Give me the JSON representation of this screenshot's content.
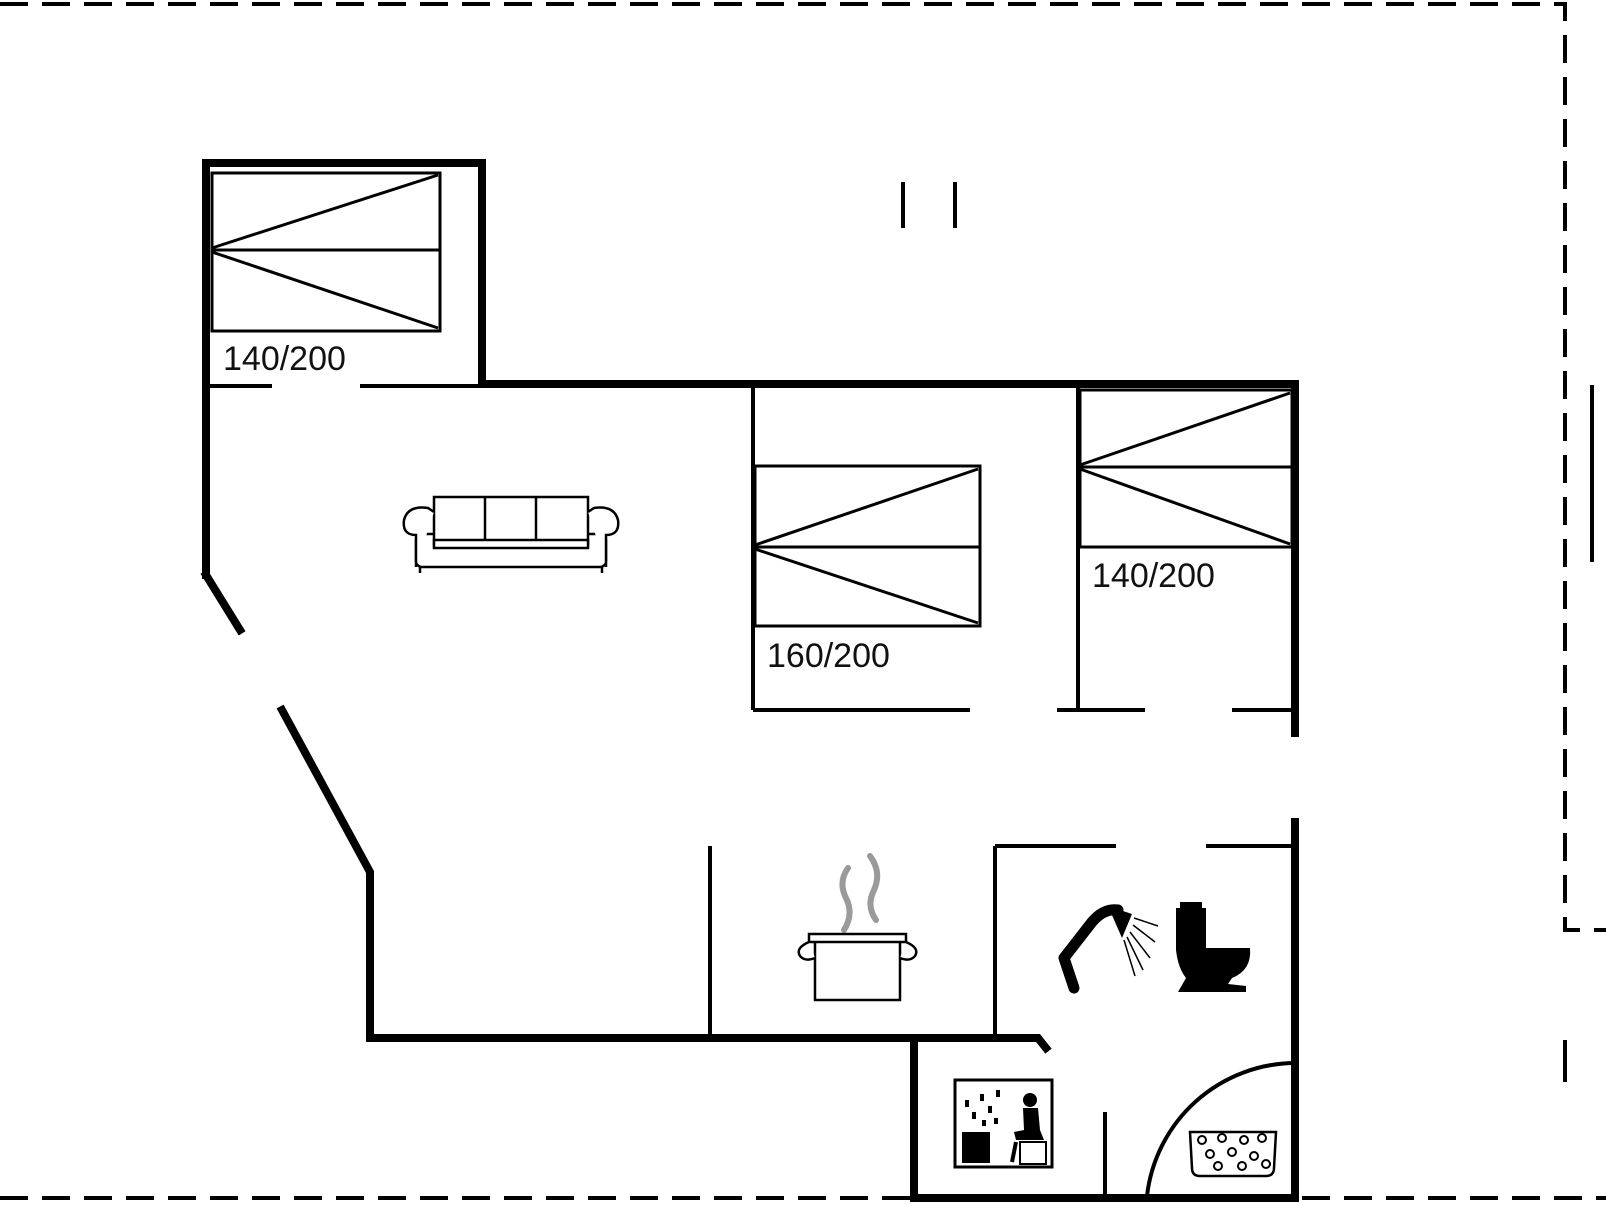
{
  "bed_labels": {
    "bed_top_left": "140/200",
    "bed_middle": "160/200",
    "bed_right": "140/200"
  },
  "icons": [
    "sofa-icon",
    "cooking-pot-icon",
    "shower-icon",
    "toilet-icon",
    "sauna-icon",
    "hot-tub-icon"
  ],
  "colors": {
    "walls": "#000000",
    "background": "#ffffff",
    "steam": "#9a9a9a"
  }
}
